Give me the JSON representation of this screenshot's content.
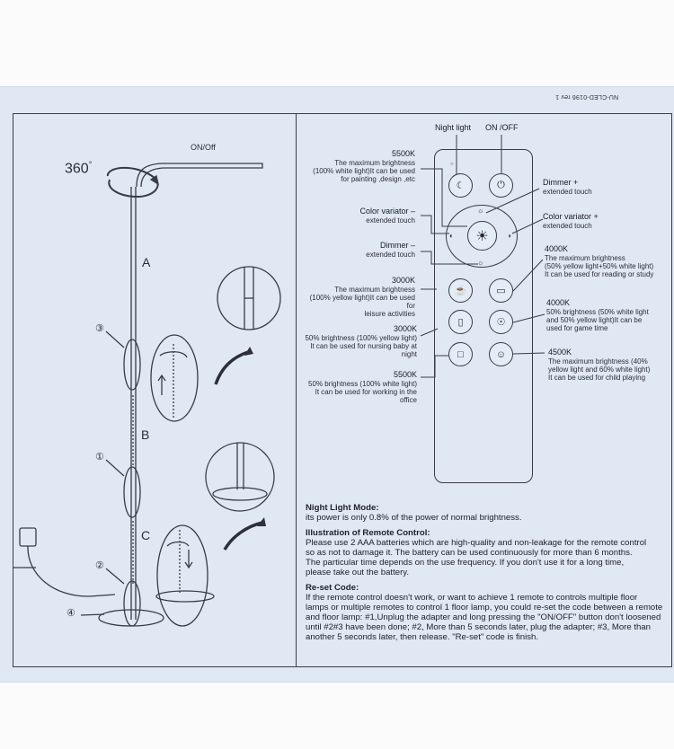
{
  "document_code": "NU-CLED-0196 rev 1",
  "left_panel": {
    "rotation_label": "360",
    "degree_mark": "°",
    "switch_label": "ON/Off",
    "section_a": "A",
    "section_b": "B",
    "section_c": "C",
    "callout_3": "③",
    "callout_1": "①",
    "callout_2": "②",
    "callout_4": "④"
  },
  "remote": {
    "top_left_label": "Night light",
    "top_right_label": "ON /OFF",
    "dimmer_plus": {
      "title": "Dimmer +",
      "desc": "extended touch"
    },
    "color_minus": {
      "title": "Color variator –",
      "desc": "extended touch"
    },
    "color_plus": {
      "title": "Color variator +",
      "desc": "extended touch"
    },
    "dimmer_minus": {
      "title": "Dimmer –",
      "desc": "extended touch"
    },
    "k5500_top": {
      "title": "5500K",
      "l1": "The maximum brightness",
      "l2": "(100% white light)It can be used",
      "l3": "for painting ,design ,etc"
    },
    "k4000_top": {
      "title": "4000K",
      "l1": "The maximum brightness",
      "l2": "(50% yellow light+50% white light)",
      "l3": "It can be used for reading or study"
    },
    "k3000_top": {
      "title": "3000K",
      "l1": "The maximum brightness",
      "l2": "(100% yellow light)It can be used for",
      "l3": "leisure activities"
    },
    "k4000_mid": {
      "title": "4000K",
      "l1": "50% brightness (50% white light",
      "l2": "and 50% yellow light)It can be",
      "l3": "used for game time"
    },
    "k3000_mid": {
      "title": "3000K",
      "l1": "50% brightness (100% yellow light)",
      "l2": "It can be used for nursing baby at night"
    },
    "k4500": {
      "title": "4500K",
      "l1": "The maximum brightness (40%",
      "l2": "yellow light  and 60% white light)",
      "l3": "It can be used for child playing"
    },
    "k5500_bot": {
      "title": "5500K",
      "l1": "50% brightness (100% white light)",
      "l2": "It can be used for working in the office"
    },
    "icons": {
      "night": "☾",
      "power": "⏻",
      "center": "☀",
      "cup": "☕",
      "book": "▭",
      "bottle": "▯",
      "gamepad": "☉",
      "laptop": "□",
      "kid": "☺"
    }
  },
  "notes": {
    "night_title": "Night Light Mode:",
    "night_body": "its power is only 0.8% of the power of normal brightness.",
    "remote_title": "Illustration of Remote Control:",
    "remote_l1": "Please use 2 AAA batteries which are high-quality and non-leakage for the remote control",
    "remote_l2": "so as not to damage it. The battery can be used continuously for more than 6 months.",
    "remote_l3": "The particular time depends on the use frequency. If you don't use it for a long time,",
    "remote_l4": "please take out the battery.",
    "reset_title": "Re-set Code:",
    "reset_l1": "If the remote control doesn't work, or want to achieve 1 remote to controls multiple floor",
    "reset_l2": "lamps or multiple remotes to control 1 floor lamp, you could re-set the code between a remote",
    "reset_l3": "and floor lamp: #1,Unplug the adapter and long pressing the \"ON/OFF\" button don't loosened",
    "reset_l4": "until #2#3 have been done; #2, More than 5 seconds later, plug the adapter; #3, More than",
    "reset_l5": "another 5 seconds later, then release. \"Re-set\" code is finish."
  }
}
